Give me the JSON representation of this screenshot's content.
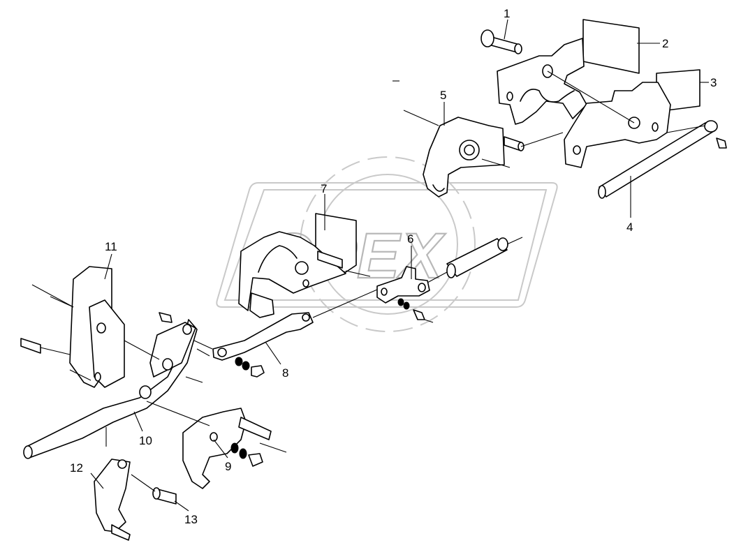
{
  "watermark": {
    "text": "OPEX"
  },
  "callouts": [
    {
      "id": "1",
      "label": "1"
    },
    {
      "id": "2",
      "label": "2"
    },
    {
      "id": "3",
      "label": "3"
    },
    {
      "id": "4",
      "label": "4"
    },
    {
      "id": "5",
      "label": "5"
    },
    {
      "id": "6",
      "label": "6"
    },
    {
      "id": "7",
      "label": "7"
    },
    {
      "id": "8",
      "label": "8"
    },
    {
      "id": "9",
      "label": "9"
    },
    {
      "id": "10",
      "label": "10"
    },
    {
      "id": "11",
      "label": "11"
    },
    {
      "id": "12",
      "label": "12"
    },
    {
      "id": "13",
      "label": "13"
    }
  ]
}
